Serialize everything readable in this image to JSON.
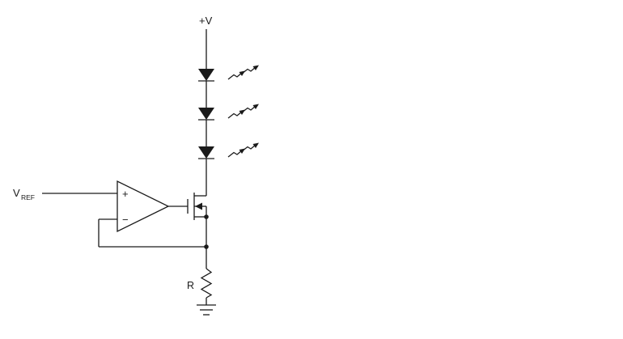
{
  "diagram": {
    "type": "circuit-schematic",
    "description": "Op-amp with NMOS transistor and sense resistor forming a constant-current sink driving a string of three LEDs from the +V supply",
    "colors": {
      "ink": "#1a1a1a",
      "background": "#ffffff"
    },
    "labels": {
      "supply": "+V",
      "vref_base": "V",
      "vref_subscript": "REF",
      "opamp_noninverting": "+",
      "opamp_inverting": "−",
      "resistor": "R"
    },
    "components": [
      {
        "name": "supply-rail",
        "label": "+V"
      },
      {
        "name": "led-string",
        "led_count": 3
      },
      {
        "name": "opamp",
        "inputs": [
          "+",
          "−"
        ]
      },
      {
        "name": "nmos-transistor"
      },
      {
        "name": "sense-resistor",
        "label": "R"
      },
      {
        "name": "ground"
      }
    ]
  }
}
